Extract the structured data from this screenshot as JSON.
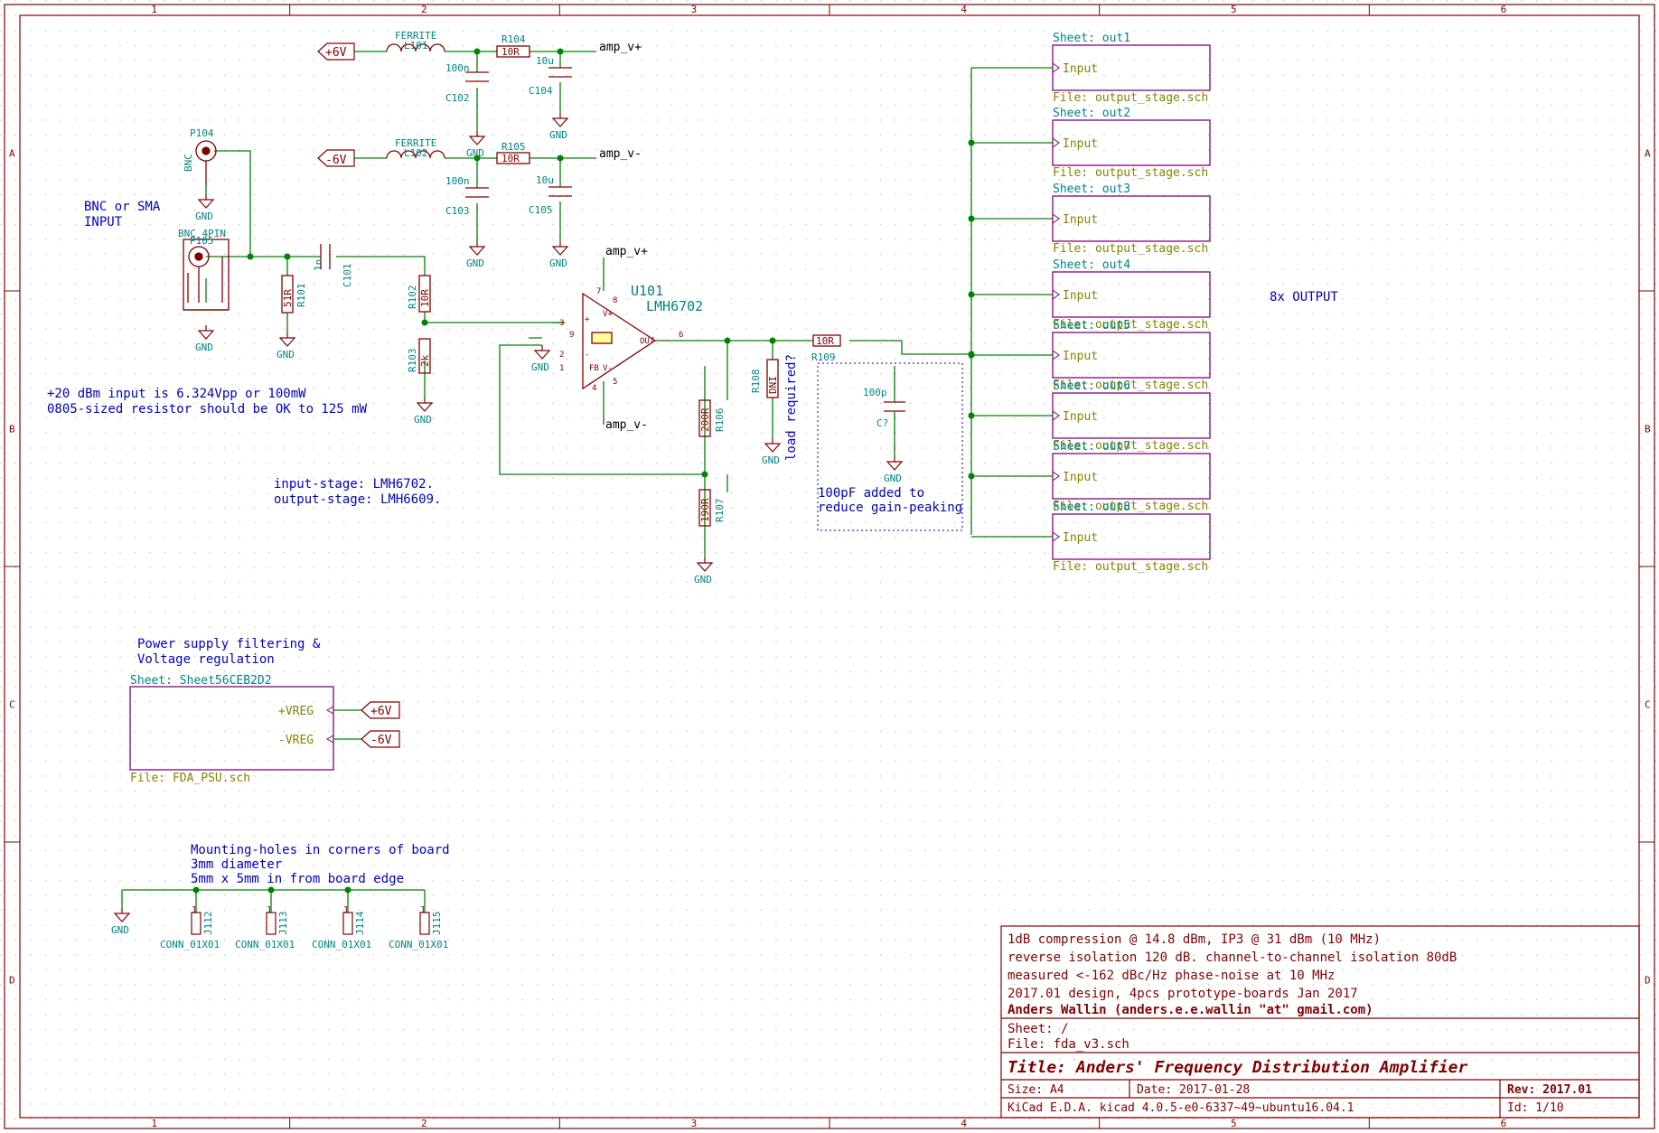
{
  "border": {
    "cols": [
      "1",
      "2",
      "3",
      "4",
      "5",
      "6"
    ],
    "rows": [
      "A",
      "B",
      "C",
      "D"
    ]
  },
  "power": {
    "pos_flag": "+6V",
    "neg_flag": "-6V",
    "l101_ref": "L101",
    "l101_val": "FERRITE",
    "l102_ref": "L102",
    "l102_val": "FERRITE",
    "r104_ref": "R104",
    "r104_val": "10R",
    "r105_ref": "R105",
    "r105_val": "10R",
    "c102_ref": "C102",
    "c102_val": "100n",
    "c103_ref": "C103",
    "c103_val": "100n",
    "c104_ref": "C104",
    "c104_val": "10u",
    "c105_ref": "C105",
    "c105_val": "10u",
    "net_pos": "amp_v+",
    "net_neg": "amp_v-"
  },
  "input": {
    "p104_ref": "P104",
    "p104_val": "BNC",
    "p105_ref": "P105",
    "p105_val": "BNC_4PIN",
    "note": [
      "BNC or SMA",
      "INPUT"
    ],
    "r101_ref": "R101",
    "r101_val": "51R",
    "c101_ref": "C101",
    "c101_val": "1n",
    "r102_ref": "R102",
    "r102_val": "10R",
    "r103_ref": "R103",
    "r103_val": "2k"
  },
  "amp": {
    "ref": "U101",
    "val": "LMH6702",
    "r106_ref": "R106",
    "r106_val": "200R",
    "r107_ref": "R107",
    "r107_val": "190R",
    "r108_ref": "R108",
    "r108_val": "DNI",
    "r108_note": "load required?",
    "r109_ref": "R109",
    "r109_val": "10R",
    "c_ref": "C?",
    "c_val": "100p",
    "c_note": [
      "100pF added to",
      "reduce gain-peaking"
    ],
    "net_pos": "amp_v+",
    "net_neg": "amp_v-"
  },
  "gnd": "GND",
  "notes": {
    "power_note": [
      "+20 dBm input is 6.324Vpp or 100mW",
      "0805-sized resistor should be OK to 125 mW"
    ],
    "stage_note": [
      "input-stage: LMH6702.",
      "output-stage: LMH6609."
    ],
    "output_label": "8x OUTPUT",
    "psu_note": [
      "Power supply filtering &",
      "Voltage regulation"
    ],
    "mount_note": [
      "Mounting-holes in corners of board",
      "3mm diameter",
      "5mm x 5mm in from board edge"
    ]
  },
  "sheets": [
    {
      "name": "Sheet: out1",
      "file": "File: output_stage.sch",
      "pin": "Input"
    },
    {
      "name": "Sheet: out2",
      "file": "File: output_stage.sch",
      "pin": "Input"
    },
    {
      "name": "Sheet: out3",
      "file": "File: output_stage.sch",
      "pin": "Input"
    },
    {
      "name": "Sheet: out4",
      "file": "File: output_stage.sch",
      "pin": "Input"
    },
    {
      "name": "Sheet: out5",
      "file": "File: output_stage.sch",
      "pin": "Input"
    },
    {
      "name": "Sheet: out6",
      "file": "File: output_stage.sch",
      "pin": "Input"
    },
    {
      "name": "Sheet: out7",
      "file": "File: output_stage.sch",
      "pin": "Input"
    },
    {
      "name": "Sheet: out8",
      "file": "File: output_stage.sch",
      "pin": "Input"
    }
  ],
  "psu_sheet": {
    "name": "Sheet: Sheet56CEB2D2",
    "file": "File: FDA_PSU.sch",
    "pin_pos": "+VREG",
    "pin_neg": "-VREG",
    "flag_pos": "+6V",
    "flag_neg": "-6V"
  },
  "mounting": [
    {
      "ref": "J112",
      "val": "CONN_01X01"
    },
    {
      "ref": "J113",
      "val": "CONN_01X01"
    },
    {
      "ref": "J114",
      "val": "CONN_01X01"
    },
    {
      "ref": "J115",
      "val": "CONN_01X01"
    }
  ],
  "title_block": {
    "comments": [
      "1dB compression @ 14.8 dBm, IP3 @ 31 dBm (10 MHz)",
      "reverse isolation 120 dB. channel-to-channel isolation 80dB",
      "measured <-162 dBc/Hz phase-noise at 10 MHz",
      "2017.01 design, 4pcs prototype-boards Jan 2017"
    ],
    "company": "Anders Wallin (anders.e.e.wallin \"at\" gmail.com)",
    "sheet": "Sheet: /",
    "file": "File: fda_v3.sch",
    "title": "Title: Anders' Frequency Distribution Amplifier",
    "size": "Size: A4",
    "date": "Date: 2017-01-28",
    "rev": "Rev: 2017.01",
    "tool": "KiCad E.D.A.  kicad 4.0.5-e0-6337~49~ubuntu16.04.1",
    "id": "Id: 1/10"
  },
  "colors": {
    "border": "#840000",
    "wire": "#008400",
    "component": "#840000",
    "ref": "#008484",
    "note": "#0000c2",
    "sheet": "#840084",
    "sheet_text": "#848400",
    "junction": "#008400",
    "label": "#000000"
  }
}
